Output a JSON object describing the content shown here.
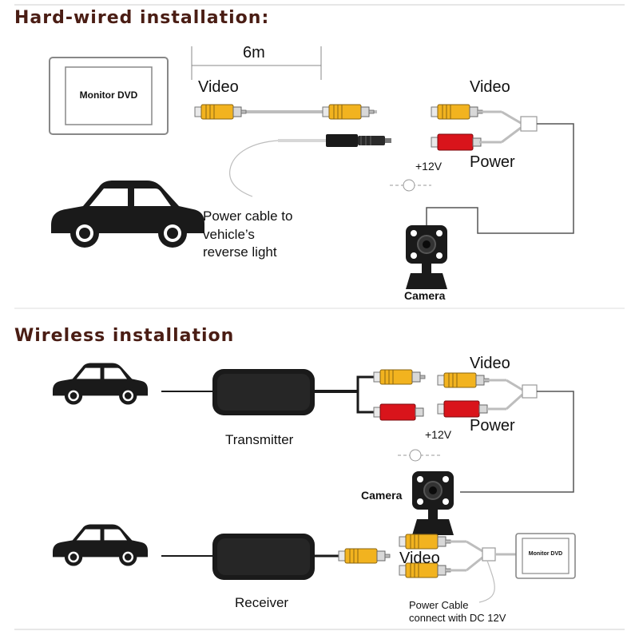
{
  "hardwired": {
    "title": "Hard-wired installation:",
    "monitor_label": "Monitor DVD",
    "cable_length": "6m",
    "video_left": "Video",
    "video_right": "Video",
    "voltage": "+12V",
    "power": "Power",
    "power_cable_note": [
      "Power cable to",
      "vehicle’s",
      "reverse light"
    ],
    "camera": "Camera"
  },
  "wireless": {
    "title": "Wireless installation",
    "transmitter": "Transmitter",
    "receiver": "Receiver",
    "video_top": "Video",
    "power": "Power",
    "voltage": "+12V",
    "camera": "Camera",
    "video_bottom": "Video",
    "monitor_label": "Monitor DVD",
    "power_cable_note": [
      "Power Cable",
      "connect with DC 12V"
    ]
  },
  "colors": {
    "heading": "#4a1d14",
    "rca_yellow": "#f2b31f",
    "rca_red": "#d9141b",
    "device_black": "#1a1a1a",
    "line_gray": "#9a9a9a"
  }
}
